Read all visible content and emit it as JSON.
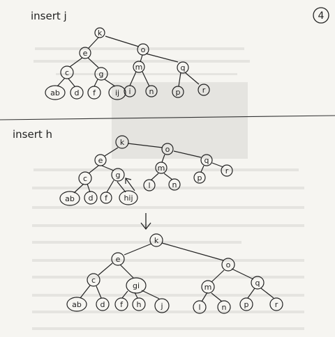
{
  "page": {
    "number": "4"
  },
  "sections": [
    {
      "id": "insert-j",
      "heading": "insert j",
      "trees": [
        {
          "id": "tree-1",
          "nodes": [
            {
              "id": "k",
              "label": "k"
            },
            {
              "id": "e",
              "label": "e"
            },
            {
              "id": "o",
              "label": "o"
            },
            {
              "id": "c",
              "label": "c"
            },
            {
              "id": "g",
              "label": "g"
            },
            {
              "id": "m",
              "label": "m"
            },
            {
              "id": "q",
              "label": "q"
            },
            {
              "id": "ab",
              "label": "ab"
            },
            {
              "id": "d",
              "label": "d"
            },
            {
              "id": "f",
              "label": "f"
            },
            {
              "id": "ij",
              "label": "ij"
            },
            {
              "id": "i2",
              "label": "i"
            },
            {
              "id": "n",
              "label": "n"
            },
            {
              "id": "p",
              "label": "p"
            },
            {
              "id": "r",
              "label": "r"
            }
          ]
        }
      ]
    },
    {
      "id": "insert-h",
      "heading": "insert h",
      "trees": [
        {
          "id": "tree-2",
          "nodes": [
            {
              "id": "k",
              "label": "k"
            },
            {
              "id": "e",
              "label": "e"
            },
            {
              "id": "o",
              "label": "o"
            },
            {
              "id": "c",
              "label": "c"
            },
            {
              "id": "g",
              "label": "g"
            },
            {
              "id": "m",
              "label": "m"
            },
            {
              "id": "q",
              "label": "q"
            },
            {
              "id": "ab",
              "label": "ab"
            },
            {
              "id": "d",
              "label": "d"
            },
            {
              "id": "f",
              "label": "f"
            },
            {
              "id": "hij",
              "label": "hij"
            },
            {
              "id": "l",
              "label": "l"
            },
            {
              "id": "n",
              "label": "n"
            },
            {
              "id": "p",
              "label": "p"
            },
            {
              "id": "r",
              "label": "r"
            }
          ]
        },
        {
          "id": "tree-3",
          "nodes": [
            {
              "id": "k",
              "label": "k"
            },
            {
              "id": "e",
              "label": "e"
            },
            {
              "id": "o",
              "label": "o"
            },
            {
              "id": "c",
              "label": "c"
            },
            {
              "id": "gi",
              "label": "gi"
            },
            {
              "id": "m",
              "label": "m"
            },
            {
              "id": "q",
              "label": "q"
            },
            {
              "id": "ab",
              "label": "ab"
            },
            {
              "id": "d",
              "label": "d"
            },
            {
              "id": "f",
              "label": "f"
            },
            {
              "id": "h",
              "label": "h"
            },
            {
              "id": "j",
              "label": "j"
            },
            {
              "id": "l",
              "label": "l"
            },
            {
              "id": "n",
              "label": "n"
            },
            {
              "id": "p",
              "label": "p"
            },
            {
              "id": "r",
              "label": "r"
            }
          ]
        }
      ]
    }
  ]
}
